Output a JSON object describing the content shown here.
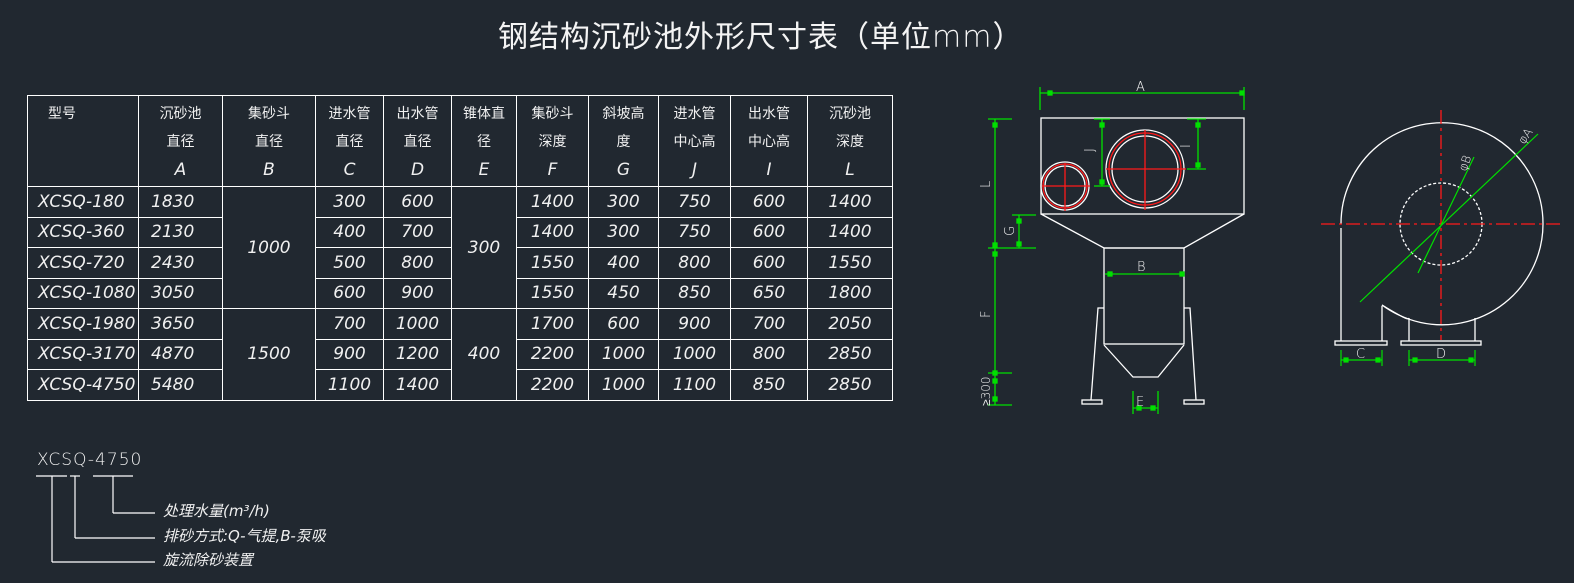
{
  "title": "钢结构沉砂池外形尺寸表（单位mm）",
  "table": {
    "headers": [
      {
        "line1": "型号",
        "line2": "",
        "letter": ""
      },
      {
        "line1": "沉砂池",
        "line2": "直径",
        "letter": "A"
      },
      {
        "line1": "集砂斗",
        "line2": "直径",
        "letter": "B"
      },
      {
        "line1": "进水管",
        "line2": "直径",
        "letter": "C"
      },
      {
        "line1": "出水管",
        "line2": "直径",
        "letter": "D"
      },
      {
        "line1": "锥体直",
        "line2": "径",
        "letter": "E"
      },
      {
        "line1": "集砂斗",
        "line2": "深度",
        "letter": "F"
      },
      {
        "line1": "斜坡高",
        "line2": "度",
        "letter": "G"
      },
      {
        "line1": "进水管",
        "line2": "中心高",
        "letter": "J"
      },
      {
        "line1": "出水管",
        "line2": "中心高",
        "letter": "I"
      },
      {
        "line1": "沉砂池",
        "line2": "深度",
        "letter": "L"
      }
    ],
    "rows": [
      {
        "model": "XCSQ-180",
        "A": "1830",
        "C": "300",
        "D": "600",
        "F": "1400",
        "G": "300",
        "J": "750",
        "I": "600",
        "L": "1400"
      },
      {
        "model": "XCSQ-360",
        "A": "2130",
        "C": "400",
        "D": "700",
        "F": "1400",
        "G": "300",
        "J": "750",
        "I": "600",
        "L": "1400"
      },
      {
        "model": "XCSQ-720",
        "A": "2430",
        "C": "500",
        "D": "800",
        "F": "1550",
        "G": "400",
        "J": "800",
        "I": "600",
        "L": "1550"
      },
      {
        "model": "XCSQ-1080",
        "A": "3050",
        "C": "600",
        "D": "900",
        "F": "1550",
        "G": "450",
        "J": "850",
        "I": "650",
        "L": "1800"
      },
      {
        "model": "XCSQ-1980",
        "A": "3650",
        "C": "700",
        "D": "1000",
        "F": "1700",
        "G": "600",
        "J": "900",
        "I": "700",
        "L": "2050"
      },
      {
        "model": "XCSQ-3170",
        "A": "4870",
        "C": "900",
        "D": "1200",
        "F": "2200",
        "G": "1000",
        "J": "1000",
        "I": "800",
        "L": "2850"
      },
      {
        "model": "XCSQ-4750",
        "A": "5480",
        "C": "1100",
        "D": "1400",
        "F": "2200",
        "G": "1000",
        "J": "1100",
        "I": "850",
        "L": "2850"
      }
    ],
    "merged": {
      "B_group1": "1000",
      "B_group2": "1500",
      "E_group1": "300",
      "E_group2": "400"
    }
  },
  "legend": {
    "code": "XCSQ-4750",
    "items": [
      "处理水量(m³/h)",
      "排砂方式:Q-气提,B-泵吸",
      "旋流除砂装置"
    ]
  },
  "side_view": {
    "labels": {
      "A": "A",
      "B": "B",
      "E": "E",
      "J": "J",
      "I": "I",
      "L": "L",
      "G": "G",
      "F": "F",
      "base": "≥300"
    }
  },
  "top_view": {
    "labels": {
      "phiA": "φA",
      "phiB": "φB",
      "C": "C",
      "D": "D"
    }
  },
  "colors": {
    "background": "#212830",
    "lines": "#ffffff",
    "dimension": "#00e000",
    "centerline": "#ff1a1a"
  }
}
